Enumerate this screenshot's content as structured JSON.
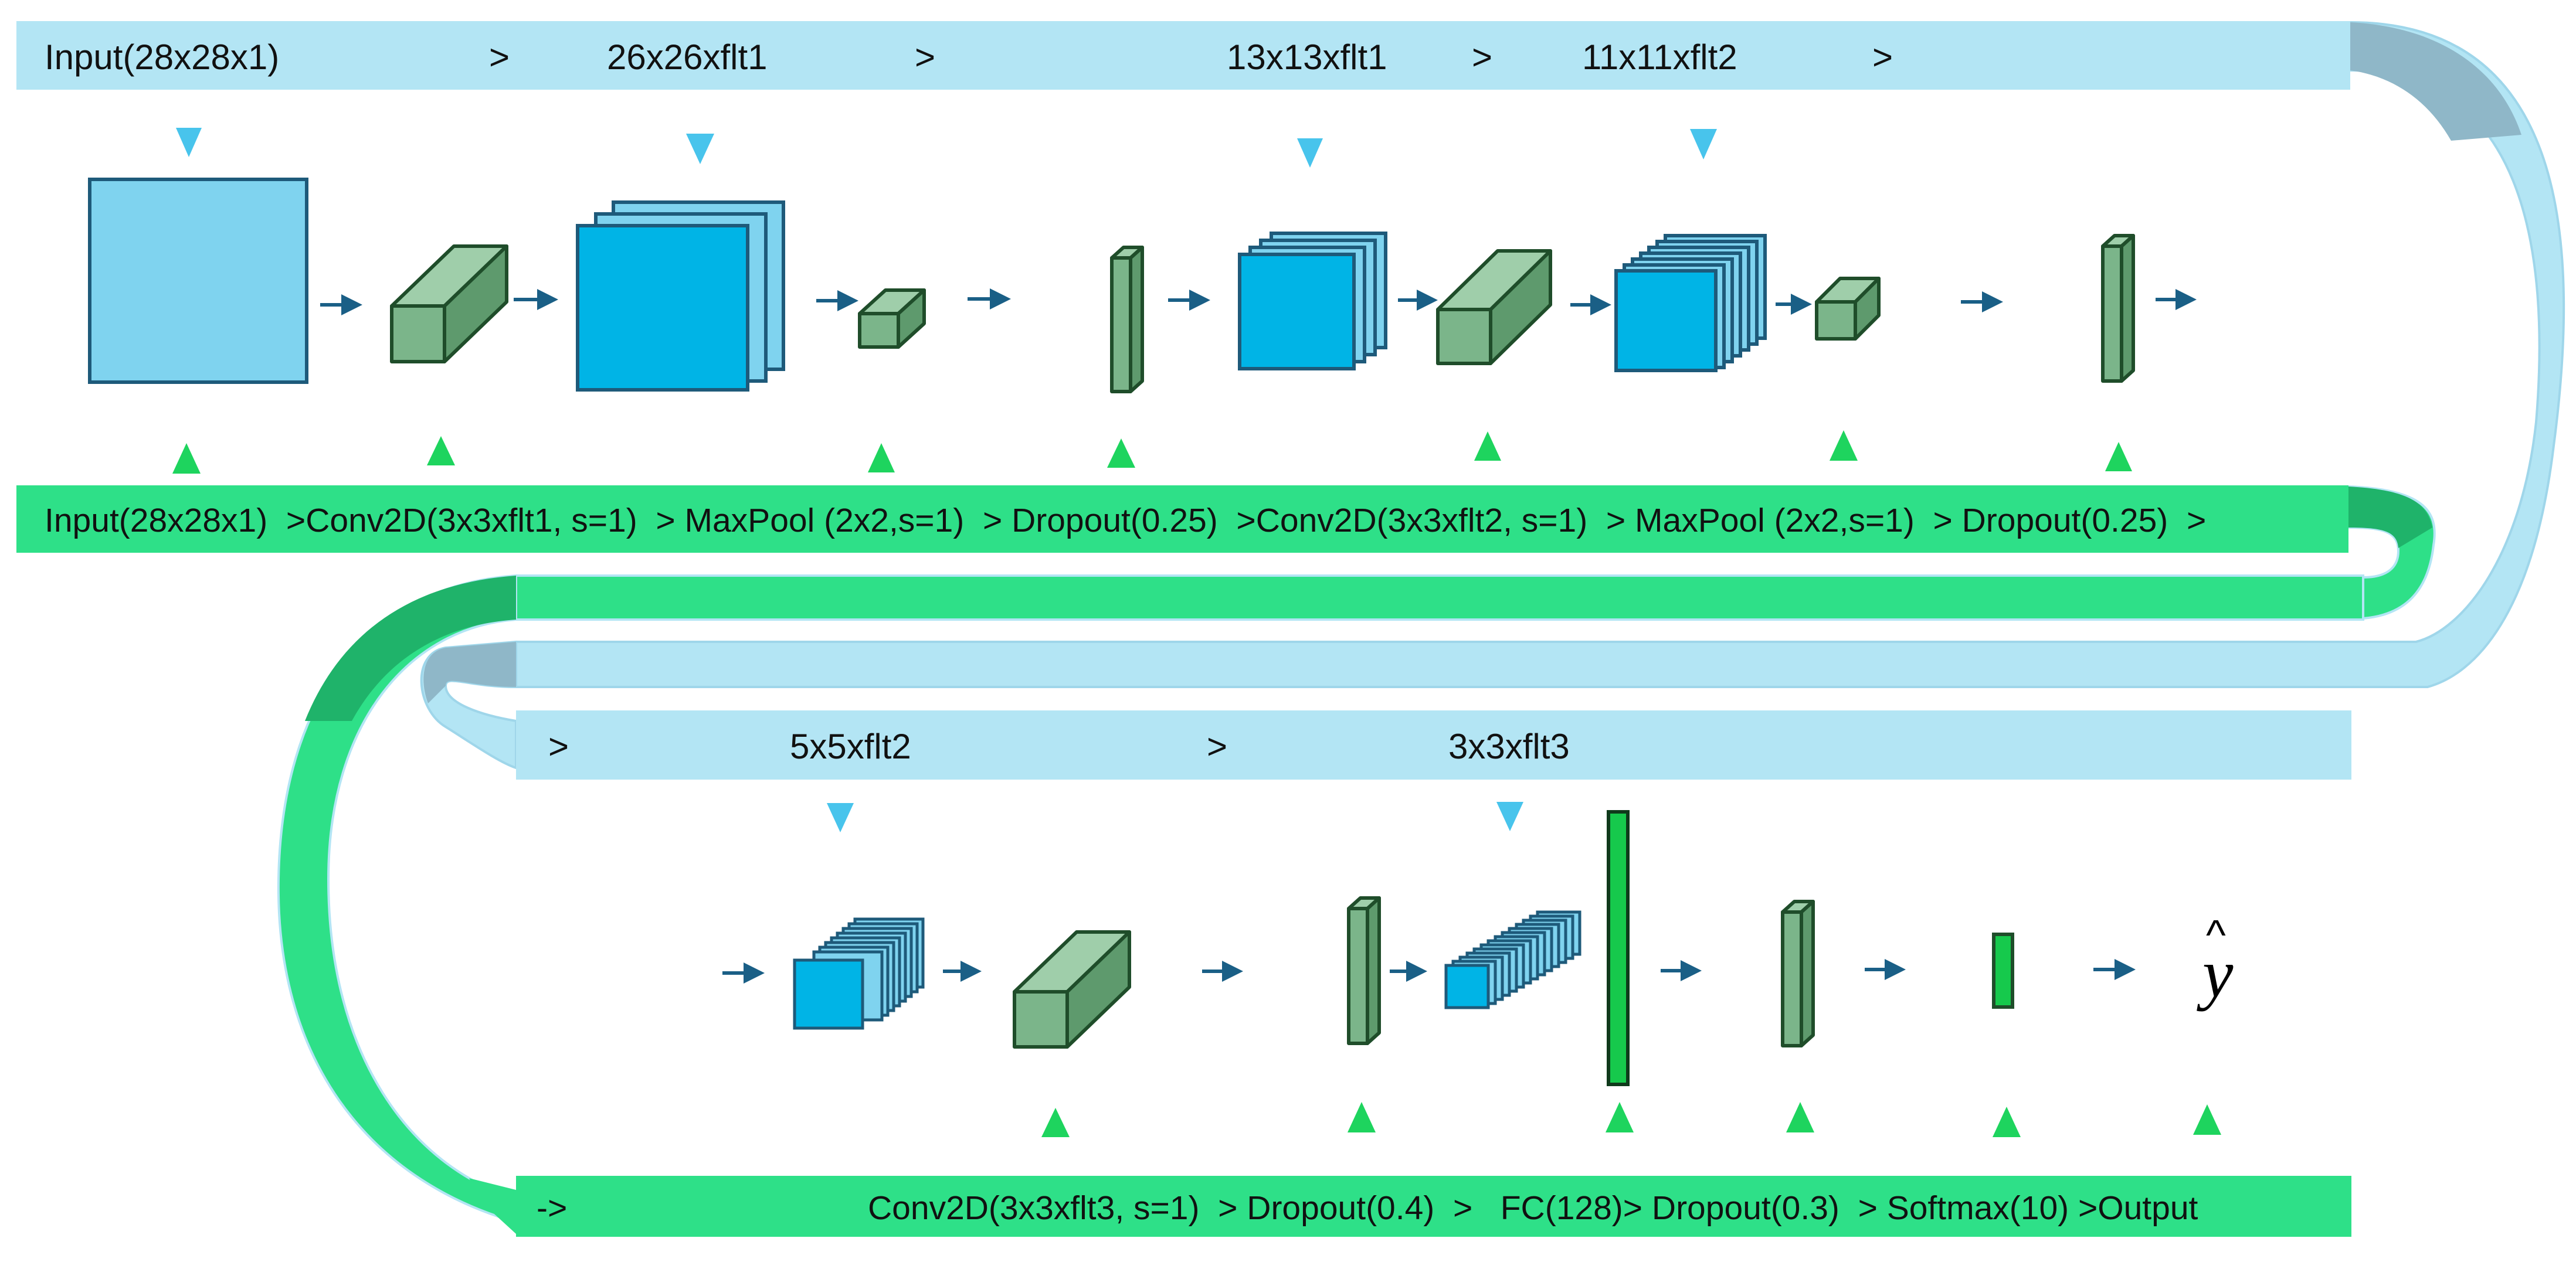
{
  "colors": {
    "shape_band": "#b3e5f4",
    "shape_band_dark": "#8fb7c8",
    "layer_band": "#2ee088",
    "layer_band_dark": "#1fb36a",
    "feature_map": "#00b4e6",
    "feature_map_light": "#7fd3ef",
    "feature_map_stroke": "#1e5a7a",
    "green_block": "#7bb58a",
    "green_block_top": "#9fceaa",
    "green_block_side": "#5e9a6d",
    "green_block_stroke": "#1f4d2a",
    "bright_green": "#16c94c",
    "arrow": "#1a5f86",
    "down_marker": "#48c4ec",
    "up_marker": "#1ed45e"
  },
  "top_shapes": {
    "input": "Input(28x28x1)",
    "sep1": ">",
    "conv1_out": "26x26xflt1",
    "sep2": ">",
    "pool1_out": "13x13xflt1",
    "sep3": ">",
    "conv2_out": "11x11xflt2",
    "sep4": ">"
  },
  "top_layers": {
    "text": "Input(28x28x1)  >Conv2D(3x3xflt1, s=1)  > MaxPool (2x2,s=1)  > Dropout(0.25)  >Conv2D(3x3xflt2, s=1)  > MaxPool (2x2,s=1)  > Dropout(0.25)  >"
  },
  "bottom_shapes": {
    "sep1": ">",
    "pool2_out": "5x5xflt2",
    "sep2": ">",
    "conv3_out": "3x3xflt3"
  },
  "bottom_layers": {
    "start": "->",
    "text": "Conv2D(3x3xflt3, s=1)  > Dropout(0.4)  >   FC(128)> Dropout(0.3)  > Softmax(10) >Output"
  },
  "output": {
    "symbol": "y",
    "hat": "^"
  }
}
